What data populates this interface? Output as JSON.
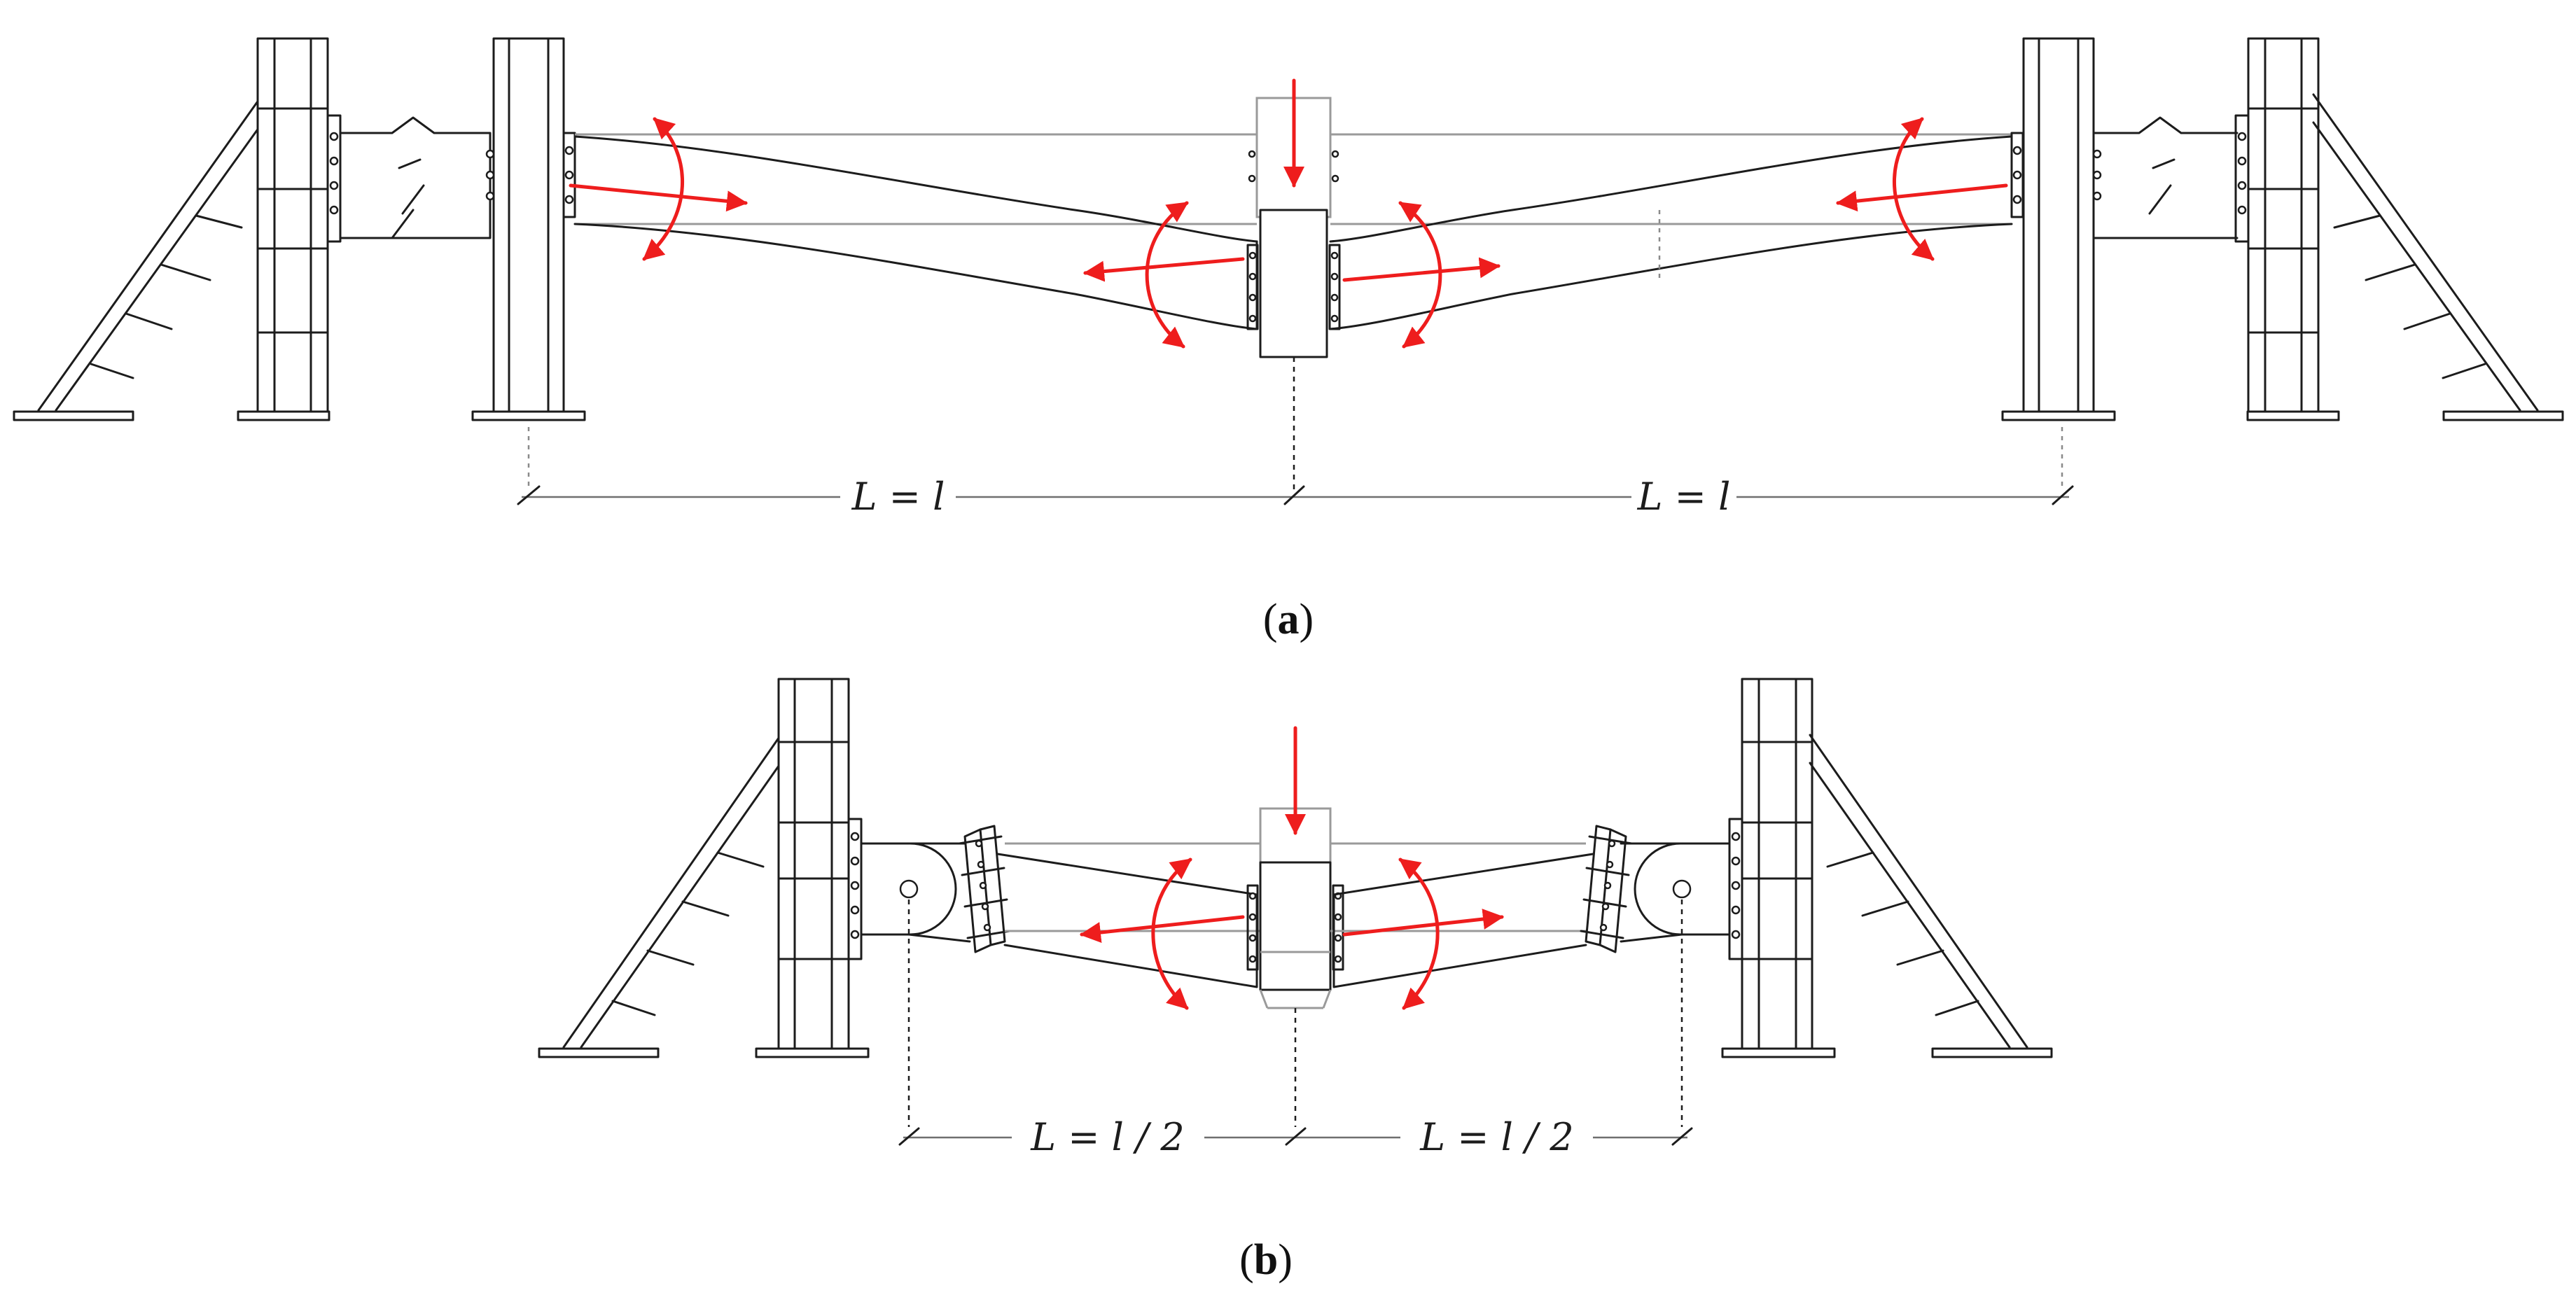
{
  "panel_a": {
    "caption_open": "(",
    "caption_letter": "a",
    "caption_close": ")",
    "dim_left": "L = l",
    "dim_right": "L = l"
  },
  "panel_b": {
    "caption_open": "(",
    "caption_letter": "b",
    "caption_close": ")",
    "dim_left": "L = l / 2",
    "dim_right": "L = l / 2"
  },
  "colors": {
    "structure": "#1c1c1c",
    "load_arrows": "#ee1d1d",
    "dimension_lines": "#6f6f6f"
  }
}
